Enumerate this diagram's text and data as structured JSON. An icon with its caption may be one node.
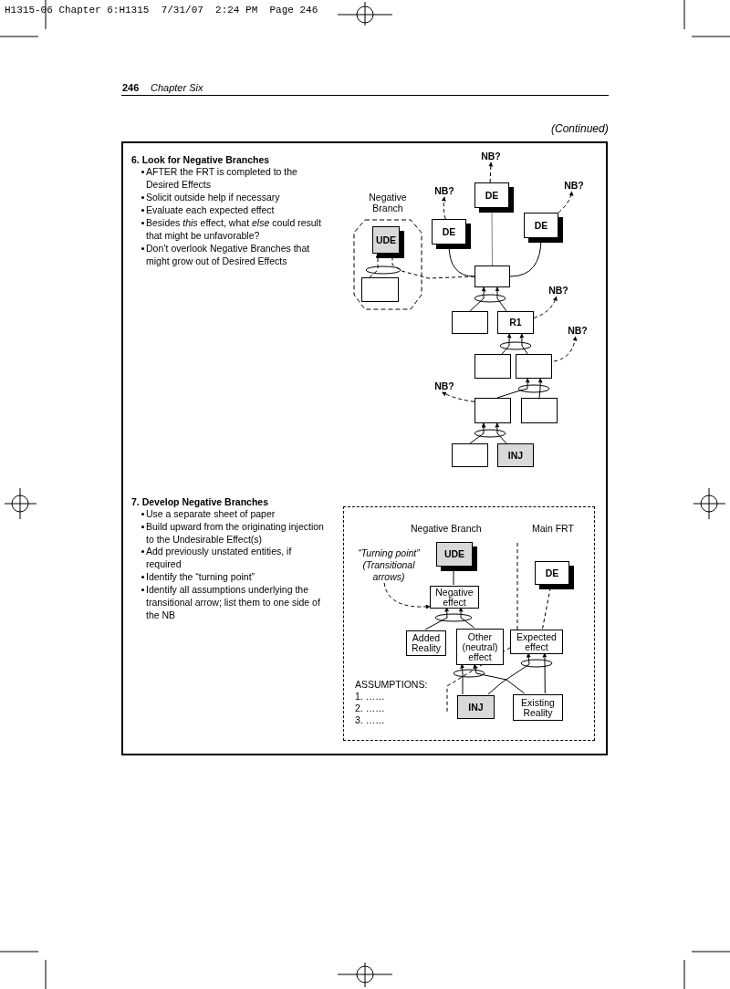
{
  "diagram": {
    "nodes": [
      {
        "text": [
          "NB?"
        ]
      },
      {
        "text": [
          "NB?"
        ]
      },
      {
        "text": [
          "NB?"
        ]
      },
      {
        "text": [
          "DE"
        ]
      },
      {
        "text": [
          "DE"
        ]
      },
      {
        "text": [
          "DE"
        ]
      },
      {
        "text": [
          "Negative Branch"
        ]
      },
      {
        "text": [
          "UDE"
        ],
        "in": 6
      },
      {
        "text": [],
        "shape": "box",
        "in": 6
      },
      {
        "text": [],
        "shape": "box"
      },
      {
        "text": [
          "NB?"
        ]
      },
      {
        "text": [],
        "shape": "box"
      },
      {
        "text": [
          "R1"
        ]
      },
      {
        "text": [
          "NB?"
        ]
      },
      {
        "text": [],
        "shape": "box"
      },
      {
        "text": [],
        "shape": "box"
      },
      {
        "text": [
          "NB?"
        ]
      },
      {
        "text": [],
        "shape": "box"
      },
      {
        "text": [],
        "shape": "box"
      },
      {
        "text": [],
        "shape": "box"
      },
      {
        "text": [
          "INJ"
        ]
      },
      {
        "text": [],
        "shape": "box"
      },
      {
        "text": [
          "“Turning point” (Transitional arrows)"
        ],
        "in": 21
      },
      {
        "text": [
          "UDE"
        ],
        "in": 21
      },
      {
        "text": [
          "DE"
        ],
        "in": 21
      },
      {
        "text": [
          "Negative effect"
        ],
        "in": 21
      },
      {
        "text": [
          "Added Reality"
        ],
        "in": 21
      },
      {
        "text": [
          "Other (neutral) effect"
        ],
        "in": 21
      },
      {
        "text": [
          "Expected effect"
        ],
        "in": 21
      },
      {
        "text": [
          "INJ"
        ],
        "in": 21
      },
      {
        "text": [
          "Existing Reality"
        ],
        "in": 21
      }
    ],
    "edges": [
      {
        "from": 3,
        "to": 0,
        "arrow": "to",
        "style": "dashed"
      },
      {
        "from": 4,
        "to": 1,
        "arrow": "to",
        "style": "dashed"
      },
      {
        "from": 5,
        "to": 2,
        "arrow": "to",
        "style": "dashed"
      },
      {
        "from": 9,
        "to": 3,
        "arrow": "to",
        "color": "#808080"
      },
      {
        "from": 9,
        "to": 4,
        "arrow": "to"
      },
      {
        "from": 9,
        "to": 5,
        "arrow": "to"
      },
      {
        "from": 8,
        "to": 7,
        "arrow": "to",
        "style": "dashed"
      },
      {
        "from": 9,
        "to": 7,
        "arrow": "to",
        "style": "dashed"
      },
      {
        "from": 11,
        "to": 9,
        "arrow": "to"
      },
      {
        "from": 12,
        "to": 9,
        "arrow": "to"
      },
      {
        "from": 12,
        "to": 10,
        "arrow": "to",
        "style": "dashed"
      },
      {
        "from": 14,
        "to": 12,
        "arrow": "to"
      },
      {
        "from": 15,
        "to": 12,
        "arrow": "to"
      },
      {
        "from": 15,
        "to": 13,
        "arrow": "to",
        "style": "dashed"
      },
      {
        "from": 17,
        "to": 15,
        "arrow": "to"
      },
      {
        "from": 18,
        "to": 15,
        "arrow": "to"
      },
      {
        "from": 17,
        "to": 16,
        "arrow": "to",
        "style": "dashed"
      },
      {
        "from": 19,
        "to": 17,
        "arrow": "to"
      },
      {
        "from": 20,
        "to": 17,
        "arrow": "to"
      },
      {
        "from": 25,
        "to": 23,
        "arrow": "to"
      },
      {
        "from": 26,
        "to": 25,
        "arrow": "to"
      },
      {
        "from": 27,
        "to": 25,
        "arrow": "to"
      },
      {
        "from": 22,
        "to": 25,
        "arrow": "to",
        "style": "dashed"
      },
      {
        "from": 28,
        "to": 24,
        "arrow": "to",
        "style": "dashed"
      },
      {
        "from": 29,
        "to": 27,
        "arrow": "to"
      },
      {
        "from": 30,
        "to": 27,
        "arrow": "to"
      },
      {
        "from": 29,
        "to": 28,
        "arrow": "to"
      },
      {
        "from": 30,
        "to": 28,
        "arrow": "to"
      }
    ],
    "labels": [
      "H1315-06 Chapter 6:H1315  7/31/07  2:24 PM  Page 246",
      "246",
      "Chapter Six",
      "(Continued)",
      "6. Look for Negative Branches",
      "AFTER the FRT is completed to the Desired Effects",
      "Solicit outside help if necessary",
      "Evaluate each expected effect",
      "Besides *this* effect, what *else* could result that might be unfavorable?",
      "Don’t overlook Negative Branches that might grow out of Desired Effects",
      "7. Develop Negative Branches",
      "Use a separate sheet of paper",
      "Build upward from the originating injection to the Undesirable Effect(s)",
      "Add previously unstated entities, if required",
      "Identify the “turning point”",
      "Identify all assumptions underlying the transitional arrow; list them to one side of the NB",
      "Negative Branch",
      "Main FRT",
      "ASSUMPTIONS:",
      "1. ……",
      "2. ……",
      "3. ……"
    ]
  }
}
